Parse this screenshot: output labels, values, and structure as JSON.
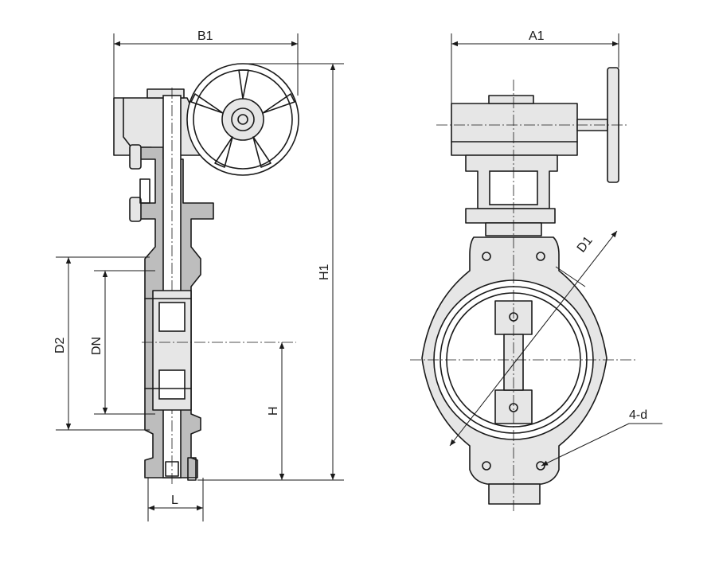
{
  "labels": {
    "b1": "B1",
    "h1": "H1",
    "d2": "D2",
    "dn": "DN",
    "h": "H",
    "l": "L",
    "a1": "A1",
    "d1": "D1",
    "bolts": "4-d"
  },
  "colors": {
    "line": "#1a1a1a",
    "section_fill": "#bdbdbd",
    "body_fill": "#e6e6e6"
  }
}
